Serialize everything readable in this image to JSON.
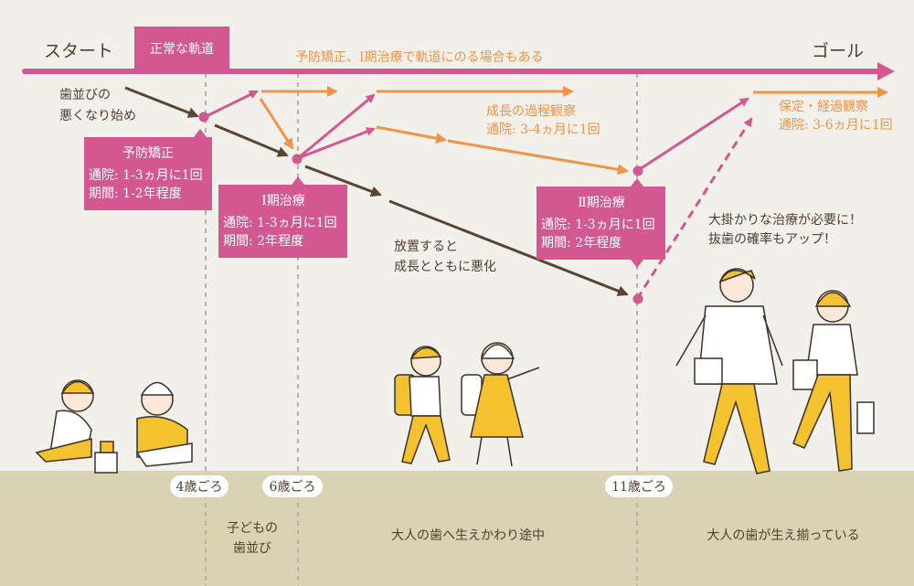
{
  "colors": {
    "pink": "#d45890",
    "orange": "#ef9448",
    "brown": "#5a4534",
    "background": "#f2f0ea",
    "ground": "#d9d3b4"
  },
  "timeline": {
    "start": "スタート",
    "goal": "ゴール",
    "normal_track": "正常な軌道",
    "orange_note": "予防矯正、Ⅰ期治療で軌道にのる場合もある"
  },
  "notes": {
    "onset": [
      "歯並びの",
      "悪くなり始め"
    ],
    "neglect": [
      "放置すると",
      "成長とともに悪化"
    ],
    "growth_observe": [
      "成長の過程観察",
      "通院: 3-4ヵ月に1回"
    ],
    "retention": [
      "保定・経過観察",
      "通院: 3-6ヵ月に1回"
    ],
    "warning": [
      "大掛かりな治療が必要に！",
      "抜歯の確率もアップ！"
    ]
  },
  "boxes": [
    {
      "title": "予防矯正",
      "visits": "通院: 1-3ヵ月に1回",
      "period": "期間: 1-2年程度"
    },
    {
      "title": "Ⅰ期治療",
      "visits": "通院: 1-3ヵ月に1回",
      "period": "期間: 2年程度"
    },
    {
      "title": "Ⅱ期治療",
      "visits": "通院: 1-3ヵ月に1回",
      "period": "期間: 2年程度"
    }
  ],
  "ages": [
    "4歳ごろ",
    "6歳ごろ",
    "11歳ごろ"
  ],
  "stages": {
    "child": [
      "子どもの",
      "歯並び"
    ],
    "mixed": "大人の歯へ生えかわり途中",
    "adult": "大人の歯が生え揃っている"
  }
}
